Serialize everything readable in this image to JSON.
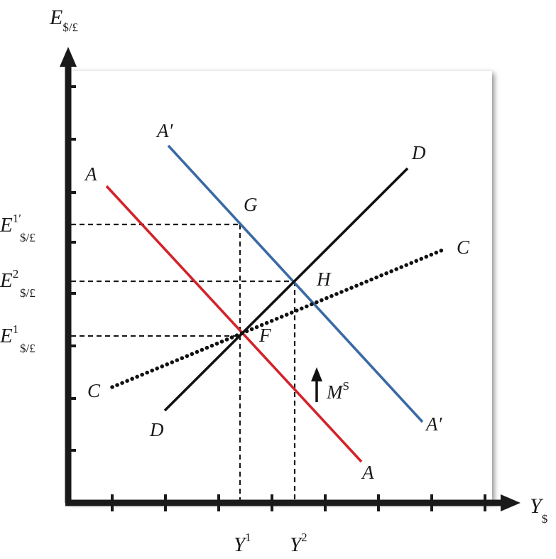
{
  "axes": {
    "y_main": "E",
    "y_sub": "$/£",
    "x_main": "Y",
    "x_sub": "$"
  },
  "y_ticks": {
    "e1_prime_main": "E",
    "e1_prime_sup": "1′",
    "e1_prime_sub": "$/£",
    "e2_main": "E",
    "e2_sup": "2",
    "e2_sub": "$/£",
    "e1_main": "E",
    "e1_sup": "1",
    "e1_sub": "$/£"
  },
  "x_ticks": {
    "y1_main": "Y",
    "y1_sup": "1",
    "y2_main": "Y",
    "y2_sup": "2"
  },
  "curves": {
    "aa": {
      "label": "A",
      "color": "#d2232a"
    },
    "aa_prime": {
      "label": "A′",
      "color": "#3a6aa5"
    },
    "dd": {
      "label": "D",
      "color": "#111111"
    },
    "cc": {
      "label": "C",
      "color": "#111111"
    }
  },
  "points": {
    "f": "F",
    "g": "G",
    "h": "H"
  },
  "shift": {
    "main": "M",
    "sup": "S"
  }
}
